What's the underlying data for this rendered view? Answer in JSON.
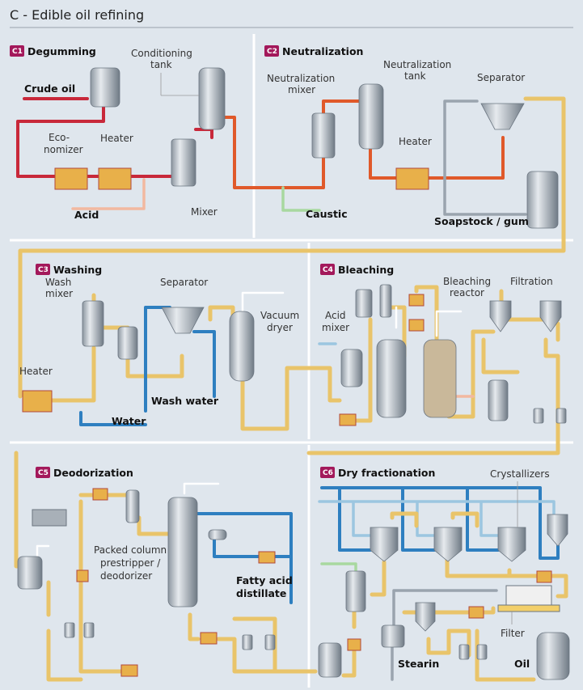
{
  "title": "C - Edible oil refining",
  "sections": {
    "c1": {
      "badge": "C1",
      "name": "Degumming",
      "labels": {
        "conditioning_tank_1": "Conditioning",
        "conditioning_tank_2": "tank",
        "crude_oil": "Crude oil",
        "economizer_1": "Eco-",
        "economizer_2": "nomizer",
        "heater": "Heater",
        "acid": "Acid",
        "mixer": "Mixer"
      }
    },
    "c2": {
      "badge": "C2",
      "name": "Neutralization",
      "labels": {
        "neutralization_tank_1": "Neutralization",
        "neutralization_tank_2": "tank",
        "neutralization_mixer_1": "Neutralization",
        "neutralization_mixer_2": "mixer",
        "separator": "Separator",
        "heater": "Heater",
        "caustic": "Caustic",
        "soapstock": "Soapstock / gum"
      }
    },
    "c3": {
      "badge": "C3",
      "name": "Washing",
      "labels": {
        "wash_mixer_1": "Wash",
        "wash_mixer_2": "mixer",
        "separator": "Separator",
        "vacuum_dryer_1": "Vacuum",
        "vacuum_dryer_2": "dryer",
        "heater": "Heater",
        "wash_water": "Wash water",
        "water": "Water"
      }
    },
    "c4": {
      "badge": "C4",
      "name": "Bleaching",
      "labels": {
        "acid_mixer_1": "Acid",
        "acid_mixer_2": "mixer",
        "bleaching_reactor_1": "Bleaching",
        "bleaching_reactor_2": "reactor",
        "filtration": "Filtration"
      }
    },
    "c5": {
      "badge": "C5",
      "name": "Deodorization",
      "labels": {
        "packed_column_1": "Packed column",
        "packed_column_2": "prestripper /",
        "packed_column_3": "deodorizer",
        "fatty_acid_1": "Fatty acid",
        "fatty_acid_2": "distillate"
      }
    },
    "c6": {
      "badge": "C6",
      "name": "Dry fractionation",
      "labels": {
        "crystallizers": "Crystallizers",
        "filter": "Filter",
        "stearin": "Stearin",
        "oil": "Oil"
      }
    }
  },
  "colors": {
    "crude_oil": "#c8283a",
    "neutralized": "#e0592a",
    "oil": "#e9c46a",
    "cooling_water": "#2e7fc0",
    "chilled": "#9cc6e0",
    "caustic": "#a8d8a0",
    "waste": "#9aa4ae",
    "acid": "#f2b8a0",
    "badge": "#a3195b"
  }
}
